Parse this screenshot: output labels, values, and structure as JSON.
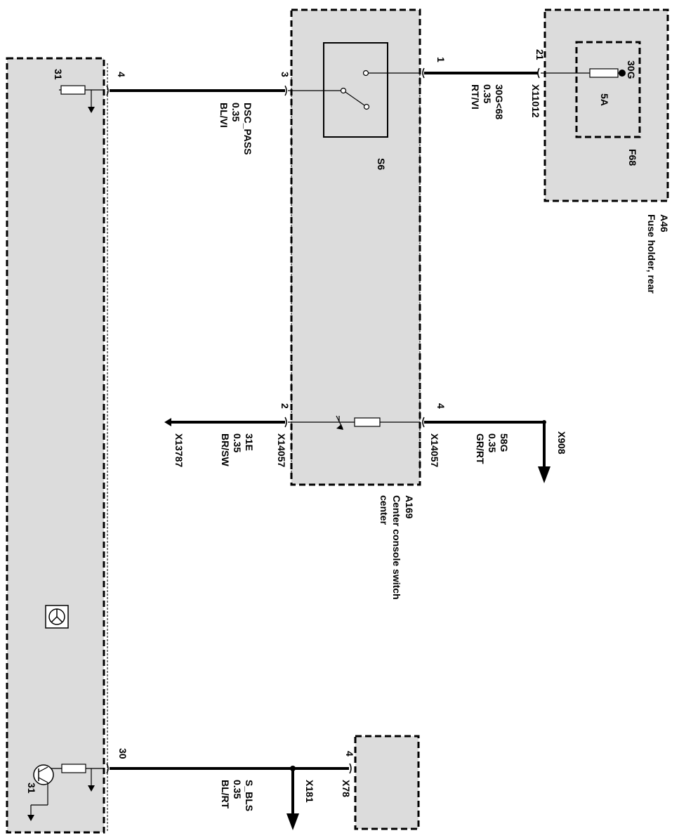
{
  "modules": {
    "fuse_holder": {
      "code": "A46",
      "name": "Fuse holder, rear"
    },
    "center_console": {
      "code": "A169",
      "name_line1": "Center console switch",
      "name_line2": "center"
    },
    "control_unit": {},
    "module_x78": {}
  },
  "components": {
    "fuse": {
      "name": "F68",
      "rating": "5A",
      "terminal": "30G"
    },
    "switch": {
      "name": "S6"
    }
  },
  "pins": {
    "p21": "21",
    "p1": "1",
    "p3": "3",
    "p4_left": "4",
    "p31_top": "31",
    "p2": "2",
    "p4_right": "4",
    "p30": "30",
    "p4_x78": "4",
    "p31_bottom": "31"
  },
  "wires": {
    "w30g": {
      "connector": "X11012",
      "signal": "30G<68",
      "size": "0.35",
      "color": "RT/VI"
    },
    "wdsc": {
      "signal": "DSC_PASS",
      "size": "0.35",
      "color": "BL/VI"
    },
    "w31e": {
      "connector_left": "X13787",
      "connector_mid": "X14057",
      "signal": "31E",
      "size": "0.35",
      "color": "BR/SW"
    },
    "w58g": {
      "connector": "X14057",
      "signal": "58G",
      "size": "0.35",
      "color": "GR/RT",
      "dest": "X908"
    },
    "wbls": {
      "signal": "S_BLS",
      "size": "0.35",
      "color": "BL/RT",
      "dest": "X181",
      "connector": "X78"
    }
  },
  "colors": {
    "module_fill": "#dcdcdc",
    "line": "#000000"
  }
}
